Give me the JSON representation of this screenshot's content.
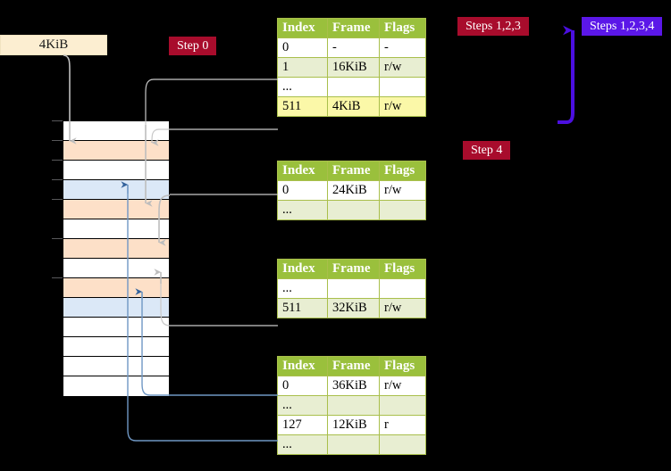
{
  "diagram": {
    "title": "page-table-walk",
    "memory_label": {
      "text": "4KiB"
    },
    "badges": [
      {
        "id": "step0",
        "label": "Step 0",
        "color": "#a80c2c"
      },
      {
        "id": "step4",
        "label": "Step 4",
        "color": "#a80c2c"
      },
      {
        "id": "steps123",
        "label": "Steps 1,2,3",
        "color": "#a80c2c"
      },
      {
        "id": "steps1234",
        "label": "Steps 1,2,3,4",
        "color": "#5b17e8"
      }
    ],
    "colors": {
      "header_green": "#9ac03c",
      "row_green": "#e8eed2",
      "row_yellow": "#fbf8a8",
      "frame_peach": "#fde0c8",
      "frame_blue": "#dbe8f7",
      "badge_crimson": "#a80c2c",
      "badge_purple": "#5b17e8",
      "arrow_grey": "#b9b9b9",
      "arrow_blue": "#6f97c4"
    },
    "columns": [
      "Index",
      "Frame",
      "Flags"
    ],
    "tables": [
      {
        "id": "table-0",
        "rows": [
          {
            "style": "white",
            "index": "0",
            "frame": "-",
            "flags": "-"
          },
          {
            "style": "green",
            "index": "1",
            "frame": "16KiB",
            "flags": "r/w"
          },
          {
            "style": "white",
            "index": "...",
            "frame": "",
            "flags": ""
          },
          {
            "style": "yellow",
            "index": "511",
            "frame": "4KiB",
            "flags": "r/w"
          }
        ]
      },
      {
        "id": "table-1",
        "rows": [
          {
            "style": "white",
            "index": "0",
            "frame": "24KiB",
            "flags": "r/w"
          },
          {
            "style": "green",
            "index": "...",
            "frame": "",
            "flags": ""
          }
        ]
      },
      {
        "id": "table-2",
        "rows": [
          {
            "style": "white",
            "index": "...",
            "frame": "",
            "flags": ""
          },
          {
            "style": "green",
            "index": "511",
            "frame": "32KiB",
            "flags": "r/w"
          }
        ]
      },
      {
        "id": "table-3",
        "rows": [
          {
            "style": "white",
            "index": "0",
            "frame": "36KiB",
            "flags": "r/w"
          },
          {
            "style": "green",
            "index": "...",
            "frame": "",
            "flags": ""
          },
          {
            "style": "white",
            "index": "127",
            "frame": "12KiB",
            "flags": "r"
          },
          {
            "style": "green",
            "index": "...",
            "frame": "",
            "flags": ""
          }
        ]
      }
    ],
    "memory_frames": [
      {
        "style": "white"
      },
      {
        "style": "peach"
      },
      {
        "style": "white"
      },
      {
        "style": "blue"
      },
      {
        "style": "peach"
      },
      {
        "style": "white"
      },
      {
        "style": "peach"
      },
      {
        "style": "white"
      },
      {
        "style": "peach"
      },
      {
        "style": "blue"
      },
      {
        "style": "white"
      },
      {
        "style": "white"
      },
      {
        "style": "white"
      },
      {
        "style": "white"
      }
    ]
  }
}
